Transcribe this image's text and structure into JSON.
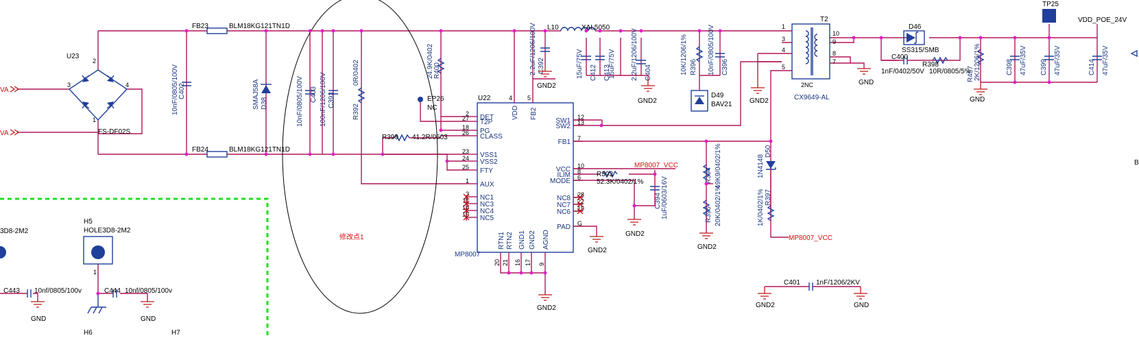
{
  "nets": {
    "vdd_poe": "VDD_POE_24V",
    "mp_vcc": "MP8007_VCC",
    "gnd": "GND",
    "gnd2": "GND2",
    "va": "VA"
  },
  "u23": {
    "ref": "U23",
    "part": "FS-DF02S",
    "pins": [
      "1",
      "2",
      "3",
      "4"
    ]
  },
  "fb23": {
    "ref": "FB23",
    "part": "BLM18KG121TN1D"
  },
  "fb24": {
    "ref": "FB24",
    "part": "BLM18KG121TN1D"
  },
  "c402": {
    "ref": "C402",
    "value": "10nF/0805/100V"
  },
  "d38": {
    "ref": "D38",
    "part": "SMAJ58A"
  },
  "c403": {
    "ref": "C403",
    "value": "10nF/0805/100V"
  },
  "c393": {
    "ref": "C393",
    "value": "100nF/1206/100V"
  },
  "r392": {
    "ref": "R392",
    "value": "0R/0402"
  },
  "r400": {
    "ref": "R400",
    "value": "24.9K/0402"
  },
  "r399": {
    "ref": "R399",
    "value": "41.2R/0603"
  },
  "ep26": {
    "ref": "EP26",
    "value": "NC"
  },
  "u22": {
    "ref": "U22",
    "part": "MP8007",
    "left_pins": [
      {
        "num": "2",
        "name": "DET"
      },
      {
        "num": "27",
        "name": "T2P"
      },
      {
        "num": "18",
        "name": "PG"
      },
      {
        "num": "26",
        "name": "CLASS"
      },
      {
        "num": "23",
        "name": "VSS1"
      },
      {
        "num": "24",
        "name": "VSS2"
      },
      {
        "num": "25",
        "name": "FTY"
      },
      {
        "num": "1",
        "name": "AUX"
      },
      {
        "num": "3",
        "name": "NC1"
      },
      {
        "num": "11",
        "name": "NC3"
      },
      {
        "num": "14",
        "name": "NC4"
      },
      {
        "num": "15",
        "name": "NC5"
      }
    ],
    "top_pins": [
      {
        "num": "4",
        "name": "VDD"
      },
      {
        "num": "5",
        "name": "FB2"
      }
    ],
    "right_pins": [
      {
        "num": "12",
        "name": "SW1"
      },
      {
        "num": "13",
        "name": "SW2"
      },
      {
        "num": "7",
        "name": "FB1"
      },
      {
        "num": "10",
        "name": "VCC"
      },
      {
        "num": "8",
        "name": "ILIM"
      },
      {
        "num": "6",
        "name": "MODE"
      },
      {
        "num": "28",
        "name": "NC8"
      },
      {
        "num": "22",
        "name": "NC7"
      },
      {
        "num": "19",
        "name": "NC6"
      },
      {
        "num": "G",
        "name": "PAD"
      }
    ],
    "bottom_pins": [
      {
        "num": "20",
        "name": "RTN1"
      },
      {
        "num": "21",
        "name": "RTN2"
      },
      {
        "num": "16",
        "name": "GND1"
      },
      {
        "num": "17",
        "name": "GND2"
      },
      {
        "num": "9",
        "name": "AGND"
      }
    ]
  },
  "l10": {
    "ref": "L10",
    "part": "XAL5050"
  },
  "c392": {
    "ref": "C392",
    "value": "2.2uF/1206/100V"
  },
  "c412": {
    "ref": "C412",
    "value": "15uF/75V"
  },
  "c413": {
    "ref": "C413",
    "value": "15uF/75V"
  },
  "c404": {
    "ref": "C404",
    "value": "2.2uF/1206/100V"
  },
  "r396": {
    "ref": "R396",
    "value": "10K/1206/1%"
  },
  "c396": {
    "ref": "C396",
    "value": "10nF/0805/100V"
  },
  "d49": {
    "ref": "D49",
    "part": "BAV21"
  },
  "t2": {
    "ref": "T2",
    "part": "CX9649-AL",
    "pins": [
      "1",
      "3",
      "4",
      "5",
      "10",
      "9",
      "8",
      "7"
    ],
    "nc": "2NC"
  },
  "d46": {
    "ref": "D46",
    "part": "SS315/SMB"
  },
  "c400": {
    "ref": "C400",
    "value": "1nF/0402/50V"
  },
  "r398": {
    "ref": "R398",
    "value": "10R/0805/5%"
  },
  "r457": {
    "ref": "R457",
    "value": "2K/1206/1%"
  },
  "c398": {
    "ref": "C398",
    "value": "47uF/35V"
  },
  "c399": {
    "ref": "C399",
    "value": "47uF/35V"
  },
  "c414": {
    "ref": "C414",
    "value": "47uF/35V"
  },
  "tp25": {
    "ref": "TP25"
  },
  "r393": {
    "ref": "R393",
    "value": "52.3K/0402/1%"
  },
  "c394": {
    "ref": "C394",
    "value": "1uF/0603/16V"
  },
  "r394": {
    "ref": "R394",
    "value": "49K9/0402/1%"
  },
  "r395": {
    "ref": "R395",
    "value": "20K/0402/1%"
  },
  "d50": {
    "ref": "D50",
    "part": "1N4148"
  },
  "r397": {
    "ref": "R397",
    "value": "1K/0402/1%"
  },
  "c401": {
    "ref": "C401",
    "value": "1nF/1206/2KV"
  },
  "h4": {
    "ref_part": "3D8-2M2"
  },
  "h5": {
    "ref": "H5",
    "part": "HOLE3D8-2M2",
    "pin": "1"
  },
  "c443": {
    "ref": "C443",
    "value": "10nf/0805/100v"
  },
  "c444": {
    "ref": "C444",
    "value": "10nf/0805/100v"
  },
  "h6": {
    "ref": "H6"
  },
  "h7": {
    "ref": "H7"
  },
  "annotation": "修改点1",
  "sheet_marker": "B",
  "colors": {
    "wire": "#b0175a",
    "component": "#1f3f9a",
    "net_label": "#d01010",
    "junction": "#e020c8",
    "keepout": "#22dd22"
  }
}
